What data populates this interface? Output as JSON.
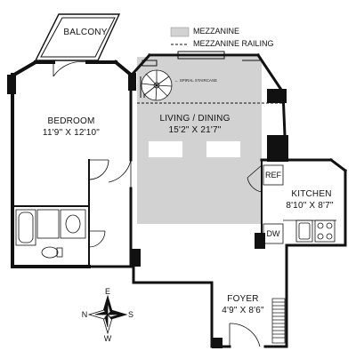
{
  "legend": {
    "mezzanine": "MEZZANINE",
    "mezzanine_railing": "MEZZANINE RAILING",
    "mezzanine_color": "#d2d2d2"
  },
  "rooms": {
    "balcony": {
      "name": "BALCONY"
    },
    "bedroom": {
      "name": "BEDROOM",
      "size": "11'9\" X 12'10\""
    },
    "living_dining": {
      "name": "LIVING / DINING",
      "size": "15'2\" X 21'7\""
    },
    "kitchen": {
      "name": "KITCHEN",
      "size": "8'10\" X 8'7\""
    },
    "foyer": {
      "name": "FOYER",
      "size": "4'9\" X 8'6\""
    }
  },
  "fixtures": {
    "spiral_staircase": "← SPIRAL STAIRCASE",
    "refrigerator": "REF",
    "dishwasher": "DW"
  },
  "compass": {
    "north": "N",
    "south": "S",
    "east": "E",
    "west": "W"
  },
  "colors": {
    "wall": "#111111",
    "mezzanine": "#d2d2d2"
  }
}
